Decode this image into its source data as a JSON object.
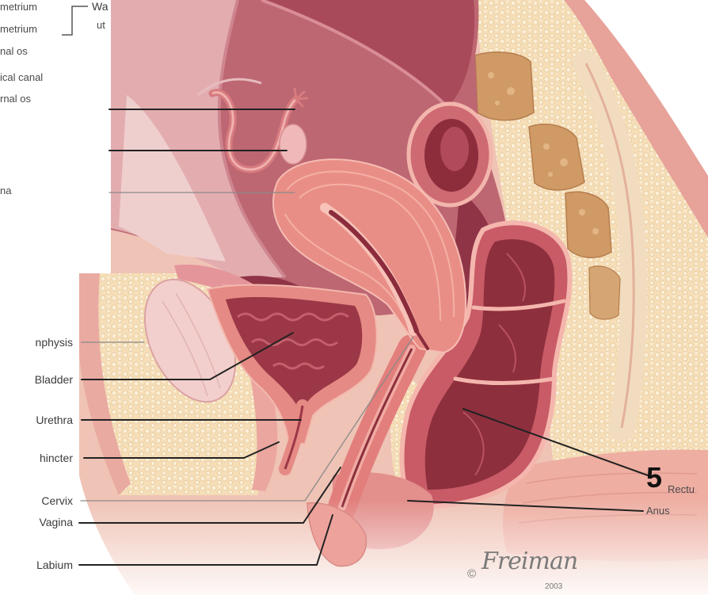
{
  "labels": {
    "endometrium": "metrium",
    "myometrium": "metrium",
    "uterine_wall_line1": "Wa",
    "uterine_wall_line2": "ut",
    "internal_os": "nal os",
    "cervical_canal": "ical canal",
    "external_os": "rnal os",
    "upper_fragment": "na",
    "symphysis": "nphysis",
    "bladder": "Bladder",
    "urethra": "Urethra",
    "sphincter": "hincter",
    "cervix": "Cervix",
    "vagina": "Vagina",
    "labium": "Labium",
    "rectum_marker": "5",
    "rectum": "Rectu",
    "anus": "Anus"
  },
  "signature": {
    "copyright": "©",
    "name": "Freiman",
    "year": "2003"
  }
}
